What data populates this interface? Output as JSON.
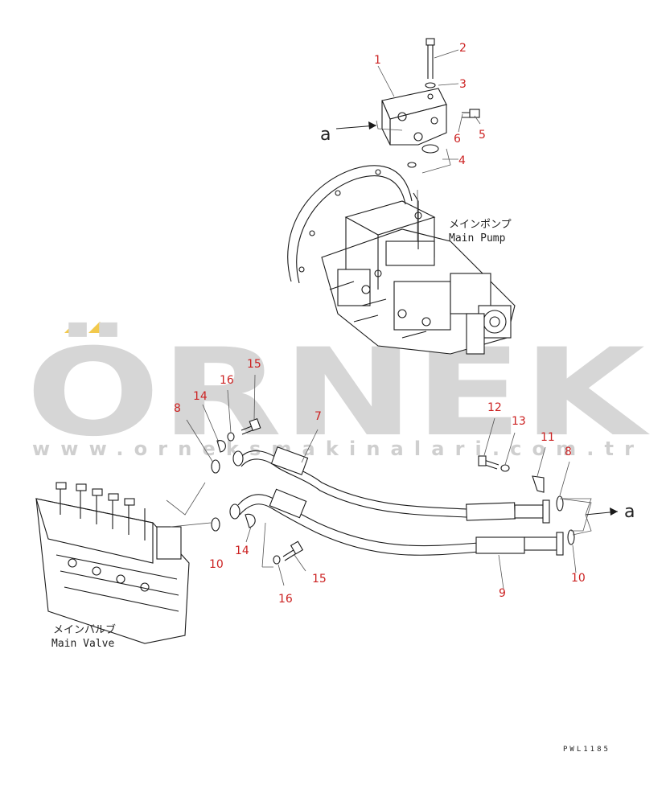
{
  "parts": [
    {
      "id": "part-1",
      "text": "1"
    },
    {
      "id": "part-2",
      "text": "2"
    },
    {
      "id": "part-3",
      "text": "3"
    },
    {
      "id": "part-4",
      "text": "4"
    },
    {
      "id": "part-5",
      "text": "5"
    },
    {
      "id": "part-6",
      "text": "6"
    },
    {
      "id": "part-7",
      "text": "7"
    },
    {
      "id": "part-8a",
      "text": "8"
    },
    {
      "id": "part-8b",
      "text": "8"
    },
    {
      "id": "part-9",
      "text": "9"
    },
    {
      "id": "part-10a",
      "text": "10"
    },
    {
      "id": "part-10b",
      "text": "10"
    },
    {
      "id": "part-11",
      "text": "11"
    },
    {
      "id": "part-12",
      "text": "12"
    },
    {
      "id": "part-13",
      "text": "13"
    },
    {
      "id": "part-14a",
      "text": "14"
    },
    {
      "id": "part-14b",
      "text": "14"
    },
    {
      "id": "part-15a",
      "text": "15"
    },
    {
      "id": "part-15b",
      "text": "15"
    },
    {
      "id": "part-16a",
      "text": "16"
    },
    {
      "id": "part-16b",
      "text": "16"
    }
  ],
  "connectors": {
    "left": "a",
    "right": "a"
  },
  "main_pump": {
    "jp": "メインポンプ",
    "en": "Main Pump"
  },
  "main_valve": {
    "jp": "メインバルブ",
    "en": "Main Valve"
  },
  "watermark": {
    "brand": "ÖRNEK",
    "url": "www.orneksmakinalari.com.tr"
  },
  "drawing_code": "PWL1185",
  "colors": {
    "label": "#cc2222",
    "line": "#1a1a1a",
    "watermark": "#d6d6d6",
    "accent": "#f2c94c"
  }
}
